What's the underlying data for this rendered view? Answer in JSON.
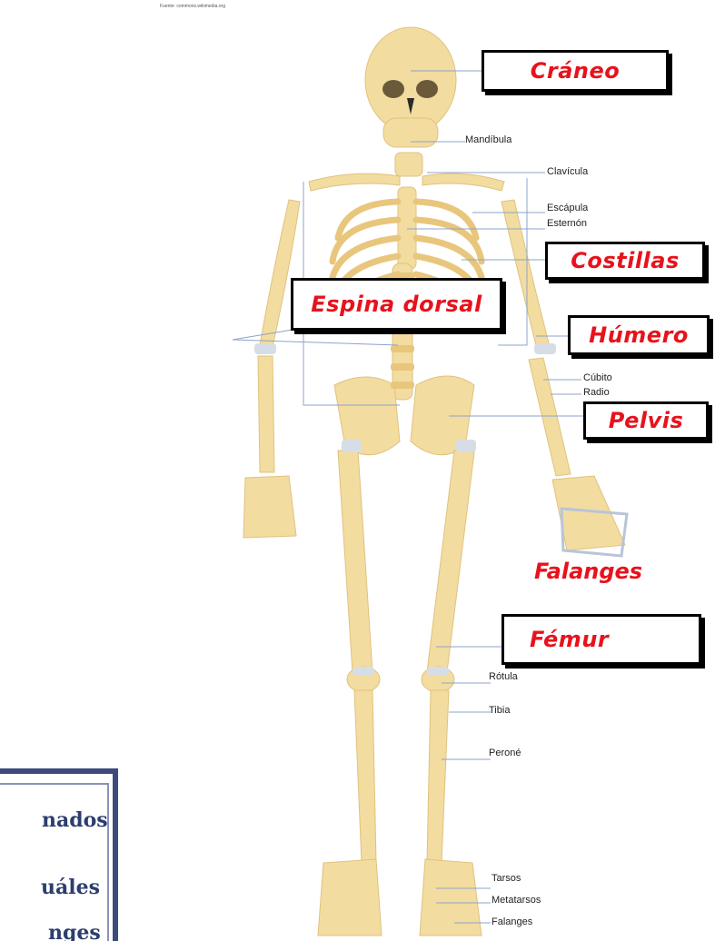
{
  "credit": "Fuente: commons.wikimedia.org",
  "big_labels": {
    "craneo": "Cráneo",
    "costillas": "Costillas",
    "espina": "Espina dorsal",
    "humero": "Húmero",
    "pelvis": "Pelvis",
    "falanges": "Falanges",
    "femur": "Fémur"
  },
  "small_labels": {
    "mandibula": "Mandíbula",
    "clavicula": "Clavícula",
    "escapula": "Escápula",
    "esternon": "Esternón",
    "cubito": "Cúbito",
    "radio": "Radio",
    "rotula": "Rótula",
    "tibia": "Tibia",
    "perone": "Peroné",
    "tarsos": "Tarsos",
    "metatarsos": "Metatarsos",
    "falanges": "Falanges"
  },
  "text_box": {
    "line1": "nados",
    "line2": "uáles",
    "line3": "nges"
  },
  "colors": {
    "bone": "#f3dca0",
    "bone_shadow": "#e8c67c",
    "cartilage": "#d7dde6",
    "accent_red": "#e8121c",
    "leader": "#8ea3c9"
  }
}
